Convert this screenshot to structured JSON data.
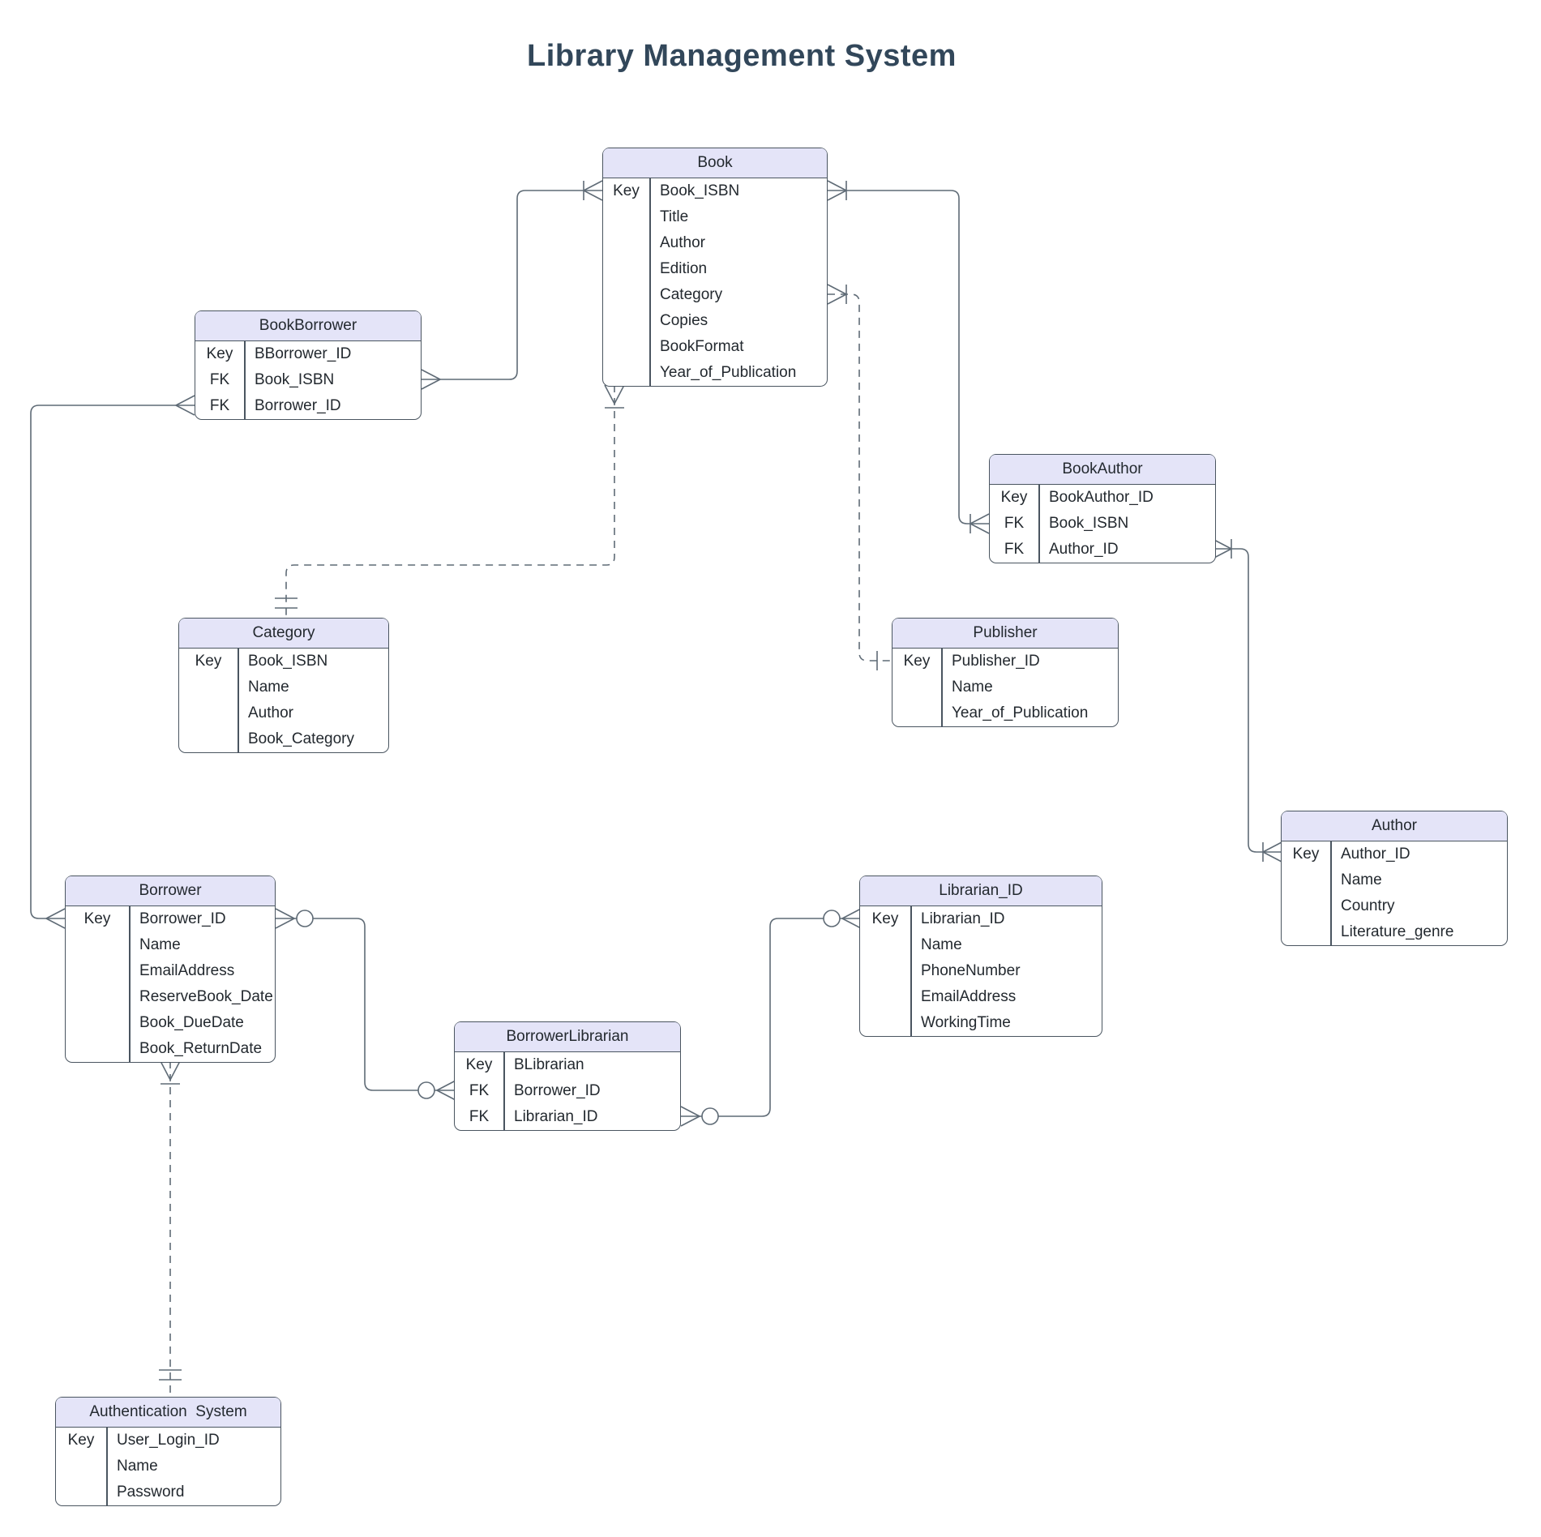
{
  "title": "Library Management System",
  "entities": [
    {
      "id": "book",
      "name": "Book",
      "rows": [
        [
          "Key",
          "Book_ISBN"
        ],
        [
          "",
          "Title"
        ],
        [
          "",
          "Author"
        ],
        [
          "",
          "Edition"
        ],
        [
          "",
          "Category"
        ],
        [
          "",
          "Copies"
        ],
        [
          "",
          "BookFormat"
        ],
        [
          "",
          "Year_of_Publication"
        ]
      ]
    },
    {
      "id": "bookBorrower",
      "name": "BookBorrower",
      "rows": [
        [
          "Key",
          "BBorrower_ID"
        ],
        [
          "FK",
          "Book_ISBN"
        ],
        [
          "FK",
          "Borrower_ID"
        ]
      ]
    },
    {
      "id": "bookAuthor",
      "name": "BookAuthor",
      "rows": [
        [
          "Key",
          "BookAuthor_ID"
        ],
        [
          "FK",
          "Book_ISBN"
        ],
        [
          "FK",
          "Author_ID"
        ]
      ]
    },
    {
      "id": "category",
      "name": "Category",
      "rows": [
        [
          "Key",
          "Book_ISBN"
        ],
        [
          "",
          "Name"
        ],
        [
          "",
          "Author"
        ],
        [
          "",
          "Book_Category"
        ]
      ]
    },
    {
      "id": "publisher",
      "name": "Publisher",
      "rows": [
        [
          "Key",
          "Publisher_ID"
        ],
        [
          "",
          "Name"
        ],
        [
          "",
          "Year_of_Publication"
        ]
      ]
    },
    {
      "id": "author",
      "name": "Author",
      "rows": [
        [
          "Key",
          "Author_ID"
        ],
        [
          "",
          "Name"
        ],
        [
          "",
          "Country"
        ],
        [
          "",
          "Literature_genre"
        ]
      ]
    },
    {
      "id": "borrower",
      "name": "Borrower",
      "rows": [
        [
          "Key",
          "Borrower_ID"
        ],
        [
          "",
          "Name"
        ],
        [
          "",
          "EmailAddress"
        ],
        [
          "",
          "ReserveBook_Date"
        ],
        [
          "",
          "Book_DueDate"
        ],
        [
          "",
          "Book_ReturnDate"
        ]
      ]
    },
    {
      "id": "librarian",
      "name": "Librarian_ID",
      "rows": [
        [
          "Key",
          "Librarian_ID"
        ],
        [
          "",
          "Name"
        ],
        [
          "",
          "PhoneNumber"
        ],
        [
          "",
          "EmailAddress"
        ],
        [
          "",
          "WorkingTime"
        ]
      ]
    },
    {
      "id": "borrowerLibrarian",
      "name": "BorrowerLibrarian",
      "rows": [
        [
          "Key",
          "BLibrarian"
        ],
        [
          "FK",
          "Borrower_ID"
        ],
        [
          "FK",
          "Librarian_ID"
        ]
      ]
    },
    {
      "id": "auth",
      "name": "Authentication  System",
      "rows": [
        [
          "Key",
          "User_Login_ID"
        ],
        [
          "",
          "Name"
        ],
        [
          "",
          "Password"
        ]
      ]
    }
  ],
  "relationships": [
    {
      "id": "bookborrower-book",
      "from": "BookBorrower",
      "to": "Book",
      "style": "solid",
      "from_marker": "many",
      "to_marker": "one-or-many"
    },
    {
      "id": "book-bookauthor",
      "from": "Book",
      "to": "BookAuthor",
      "style": "solid",
      "from_marker": "one-or-many",
      "to_marker": "one-or-many"
    },
    {
      "id": "book-publisher",
      "from": "Book",
      "to": "Publisher",
      "style": "dashed",
      "from_marker": "one-or-many",
      "to_marker": "one"
    },
    {
      "id": "book-category",
      "from": "Book",
      "to": "Category",
      "style": "dashed",
      "from_marker": "one-or-many",
      "to_marker": "exactly-one"
    },
    {
      "id": "bookborrower-borrower",
      "from": "BookBorrower",
      "to": "Borrower",
      "style": "solid",
      "from_marker": "many",
      "to_marker": "many"
    },
    {
      "id": "borrower-borrowerlibrarian",
      "from": "Borrower",
      "to": "BorrowerLibrarian",
      "style": "solid",
      "from_marker": "zero-or-many",
      "to_marker": "zero-or-many"
    },
    {
      "id": "borrowerlibrarian-librarian",
      "from": "BorrowerLibrarian",
      "to": "Librarian_ID",
      "style": "solid",
      "from_marker": "zero-or-many",
      "to_marker": "zero-or-many"
    },
    {
      "id": "bookauthor-author",
      "from": "BookAuthor",
      "to": "Author",
      "style": "solid",
      "from_marker": "one-or-many",
      "to_marker": "one-or-many"
    },
    {
      "id": "borrower-auth",
      "from": "Borrower",
      "to": "Authentication  System",
      "style": "dashed",
      "from_marker": "one-or-many",
      "to_marker": "exactly-one"
    }
  ],
  "key_column_labels": {
    "primary": "Key",
    "foreign": "FK"
  },
  "colors": {
    "header_fill": "#e4e4f8",
    "entity_border": "#4a5560",
    "connector": "#5f6b76",
    "title_text": "#32475a",
    "body_text": "#23292f"
  }
}
